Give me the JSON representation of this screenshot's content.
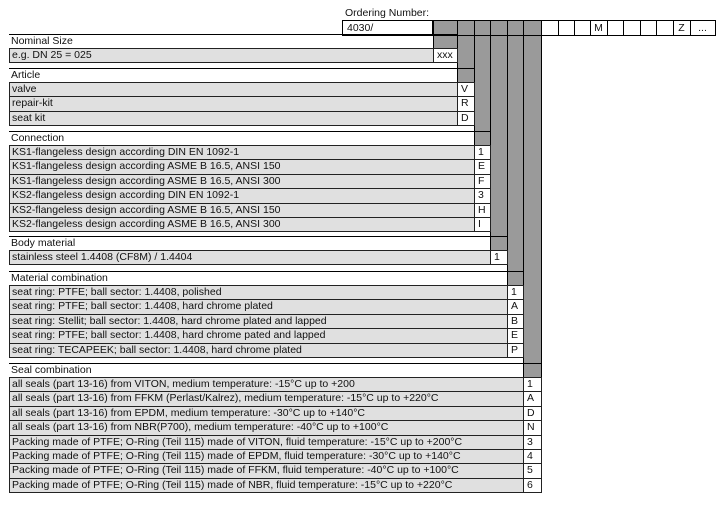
{
  "ordering": {
    "label": "Ordering Number:",
    "prefix": "4030/",
    "m_letter": "M",
    "z_letter": "Z",
    "ellipsis": "..."
  },
  "sections": [
    {
      "title": "Nominal Size",
      "rows": [
        {
          "text": "e.g. DN 25 = 025",
          "code": "xxx"
        }
      ]
    },
    {
      "title": "Article",
      "rows": [
        {
          "text": "valve",
          "code": "V"
        },
        {
          "text": "repair-kit",
          "code": "R"
        },
        {
          "text": "seat kit",
          "code": "D"
        }
      ]
    },
    {
      "title": "Connection",
      "rows": [
        {
          "text": "KS1-flangeless design according  DIN EN 1092-1",
          "code": "1"
        },
        {
          "text": "KS1-flangeless design according ASME B 16.5,  ANSI 150",
          "code": "E"
        },
        {
          "text": "KS1-flangeless design according ASME B 16.5,  ANSI 300",
          "code": "F"
        },
        {
          "text": "KS2-flangeless design according  DIN EN 1092-1",
          "code": "3"
        },
        {
          "text": "KS2-flangeless design according ASME B 16.5,  ANSI 150",
          "code": "H"
        },
        {
          "text": "KS2-flangeless design according ASME B 16.5,  ANSI 300",
          "code": "I"
        }
      ]
    },
    {
      "title": "Body material",
      "rows": [
        {
          "text": "stainless steel 1.4408 (CF8M) / 1.4404",
          "code": "1"
        }
      ]
    },
    {
      "title": "Material combination",
      "rows": [
        {
          "text": "seat ring: PTFE; ball sector: 1.4408, polished",
          "code": "1"
        },
        {
          "text": "seat ring: PTFE; ball sector: 1.4408, hard chrome plated",
          "code": "A"
        },
        {
          "text": "seat ring: Stellit; ball sector: 1.4408, hard chrome plated and lapped",
          "code": "B"
        },
        {
          "text": "seat ring: PTFE; ball sector: 1.4408, hard chrome pated and lapped",
          "code": "E"
        },
        {
          "text": "seat ring: TECAPEEK; ball sector: 1.4408, hard chrome plated",
          "code": "P"
        }
      ]
    },
    {
      "title": "Seal combination",
      "rows": [
        {
          "text": "all seals (part 13-16) from VITON, medium temperature: -15°C up to +200",
          "code": "1"
        },
        {
          "text": "all seals (part 13-16) from FFKM (Perlast/Kalrez), medium temperature: -15°C up to +220°C",
          "code": "A"
        },
        {
          "text": "all seals (part 13-16) from EPDM, medium temperature: -30°C up to +140°C",
          "code": "D"
        },
        {
          "text": "all seals (part 13-16) from NBR(P700),  medium temperature: -40°C up to +100°C",
          "code": "N"
        },
        {
          "text": "Packing made of PTFE; O-Ring (Teil 115) made of VITON, fluid temperature: -15°C up to +200°C",
          "code": "3"
        },
        {
          "text": "Packing made of PTFE; O-Ring (Teil 115) made of EPDM, fluid temperature: -30°C up to +140°C",
          "code": "4"
        },
        {
          "text": "Packing made of PTFE; O-Ring (Teil 115) made of FFKM, fluid temperature: -40°C up to +100°C",
          "code": "5"
        },
        {
          "text": "Packing made of PTFE; O-Ring (Teil 115) made of NBR, fluid temperature: -15°C up to +220°C",
          "code": "6"
        }
      ]
    }
  ]
}
